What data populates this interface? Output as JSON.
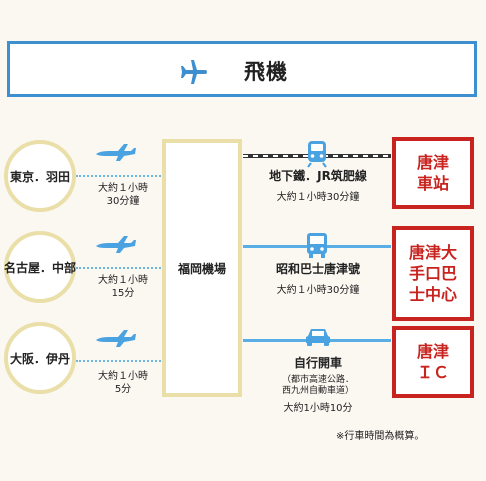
{
  "header": {
    "icon": "airplane-icon",
    "title": "飛機"
  },
  "origins": [
    {
      "name": "東京．羽田",
      "duration": [
        "大約１小時",
        "30分鐘"
      ]
    },
    {
      "name": "名古屋．中部",
      "duration": [
        "大約１小時",
        "15分"
      ]
    },
    {
      "name": "大阪．伊丹",
      "duration": [
        "大約１小時",
        "5分"
      ]
    }
  ],
  "airport": {
    "name": "福岡機場"
  },
  "routes": [
    {
      "icon": "train-icon",
      "name": "地下鐵．JR筑肥線",
      "sub": "",
      "time": "大約１小時30分鐘"
    },
    {
      "icon": "bus-icon",
      "name": "昭和巴士唐津號",
      "sub": "",
      "time": "大約１小時30分鐘"
    },
    {
      "icon": "car-icon",
      "name": "自行開車",
      "sub": [
        "（都市高速公路．",
        "西九州自動車道）"
      ],
      "time": "大約1小時10分"
    }
  ],
  "destinations": [
    {
      "lines": [
        "唐津",
        "車站"
      ]
    },
    {
      "lines": [
        "唐津大",
        "手口巴",
        "士中心"
      ]
    },
    {
      "lines": [
        "唐津",
        "ＩＣ"
      ]
    }
  ],
  "note": "※行車時間為概算。",
  "colors": {
    "accent_blue": "#3d8fcf",
    "destination_red": "#c8231f",
    "circle_border": "#eadfa8"
  }
}
